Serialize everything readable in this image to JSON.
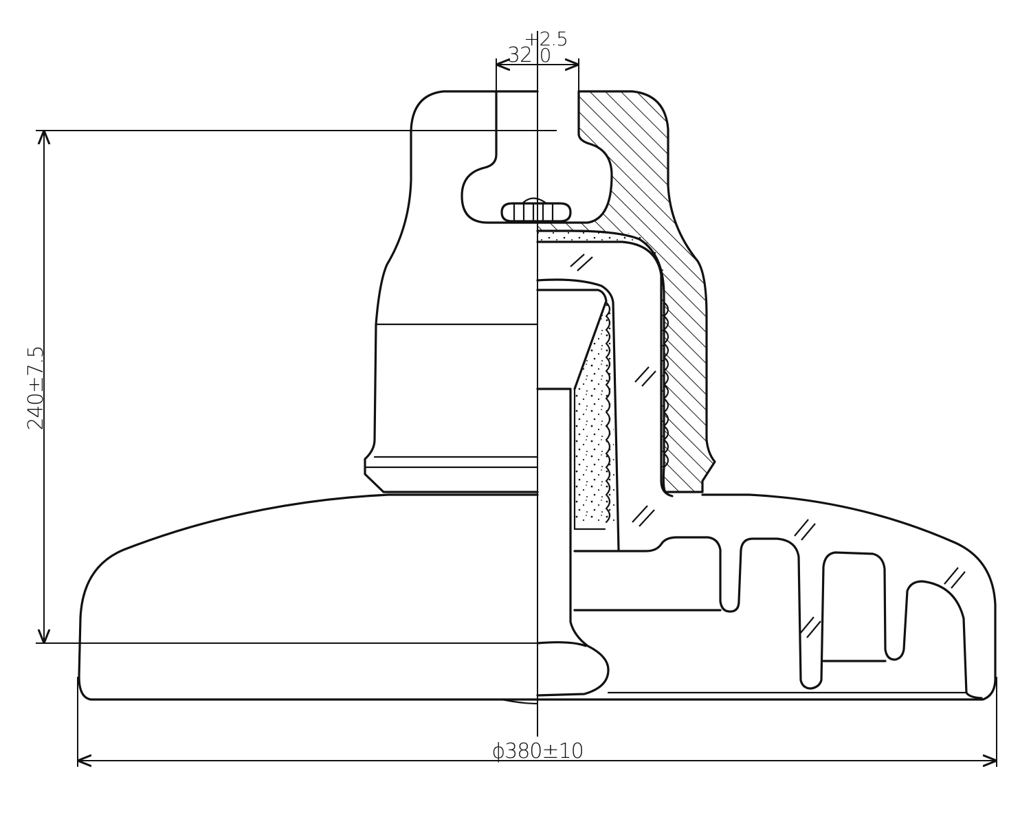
{
  "drawing": {
    "dimensions": {
      "height_label": "240±7.5",
      "diameter_label": "ϕ380±10",
      "pin_width_label": "32",
      "pin_tol_upper": "+2.5",
      "pin_tol_lower": "0"
    },
    "line_color": "#111111",
    "background": "#ffffff"
  }
}
